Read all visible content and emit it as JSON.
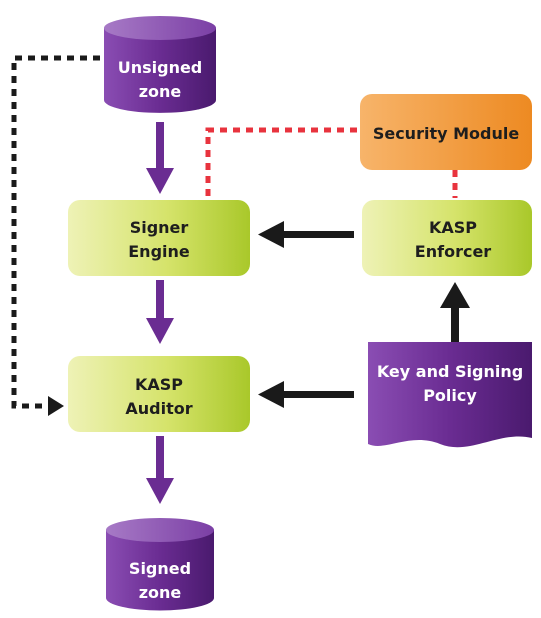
{
  "nodes": {
    "unsigned_zone": {
      "line1": "Unsigned",
      "line2": "zone"
    },
    "security_module": {
      "label": "Security Module"
    },
    "signer_engine": {
      "line1": "Signer",
      "line2": "Engine"
    },
    "kasp_enforcer": {
      "line1": "KASP",
      "line2": "Enforcer"
    },
    "kasp_auditor": {
      "line1": "KASP",
      "line2": "Auditor"
    },
    "key_signing_policy": {
      "line1": "Key and Signing",
      "line2": "Policy"
    },
    "signed_zone": {
      "line1": "Signed",
      "line2": "zone"
    }
  },
  "colors": {
    "purple": "#6a2c92",
    "green_box": "#b7d334",
    "orange": "#ef922f",
    "arrow_dark": "#1a1a1a",
    "dotted_red": "#e8333e"
  }
}
